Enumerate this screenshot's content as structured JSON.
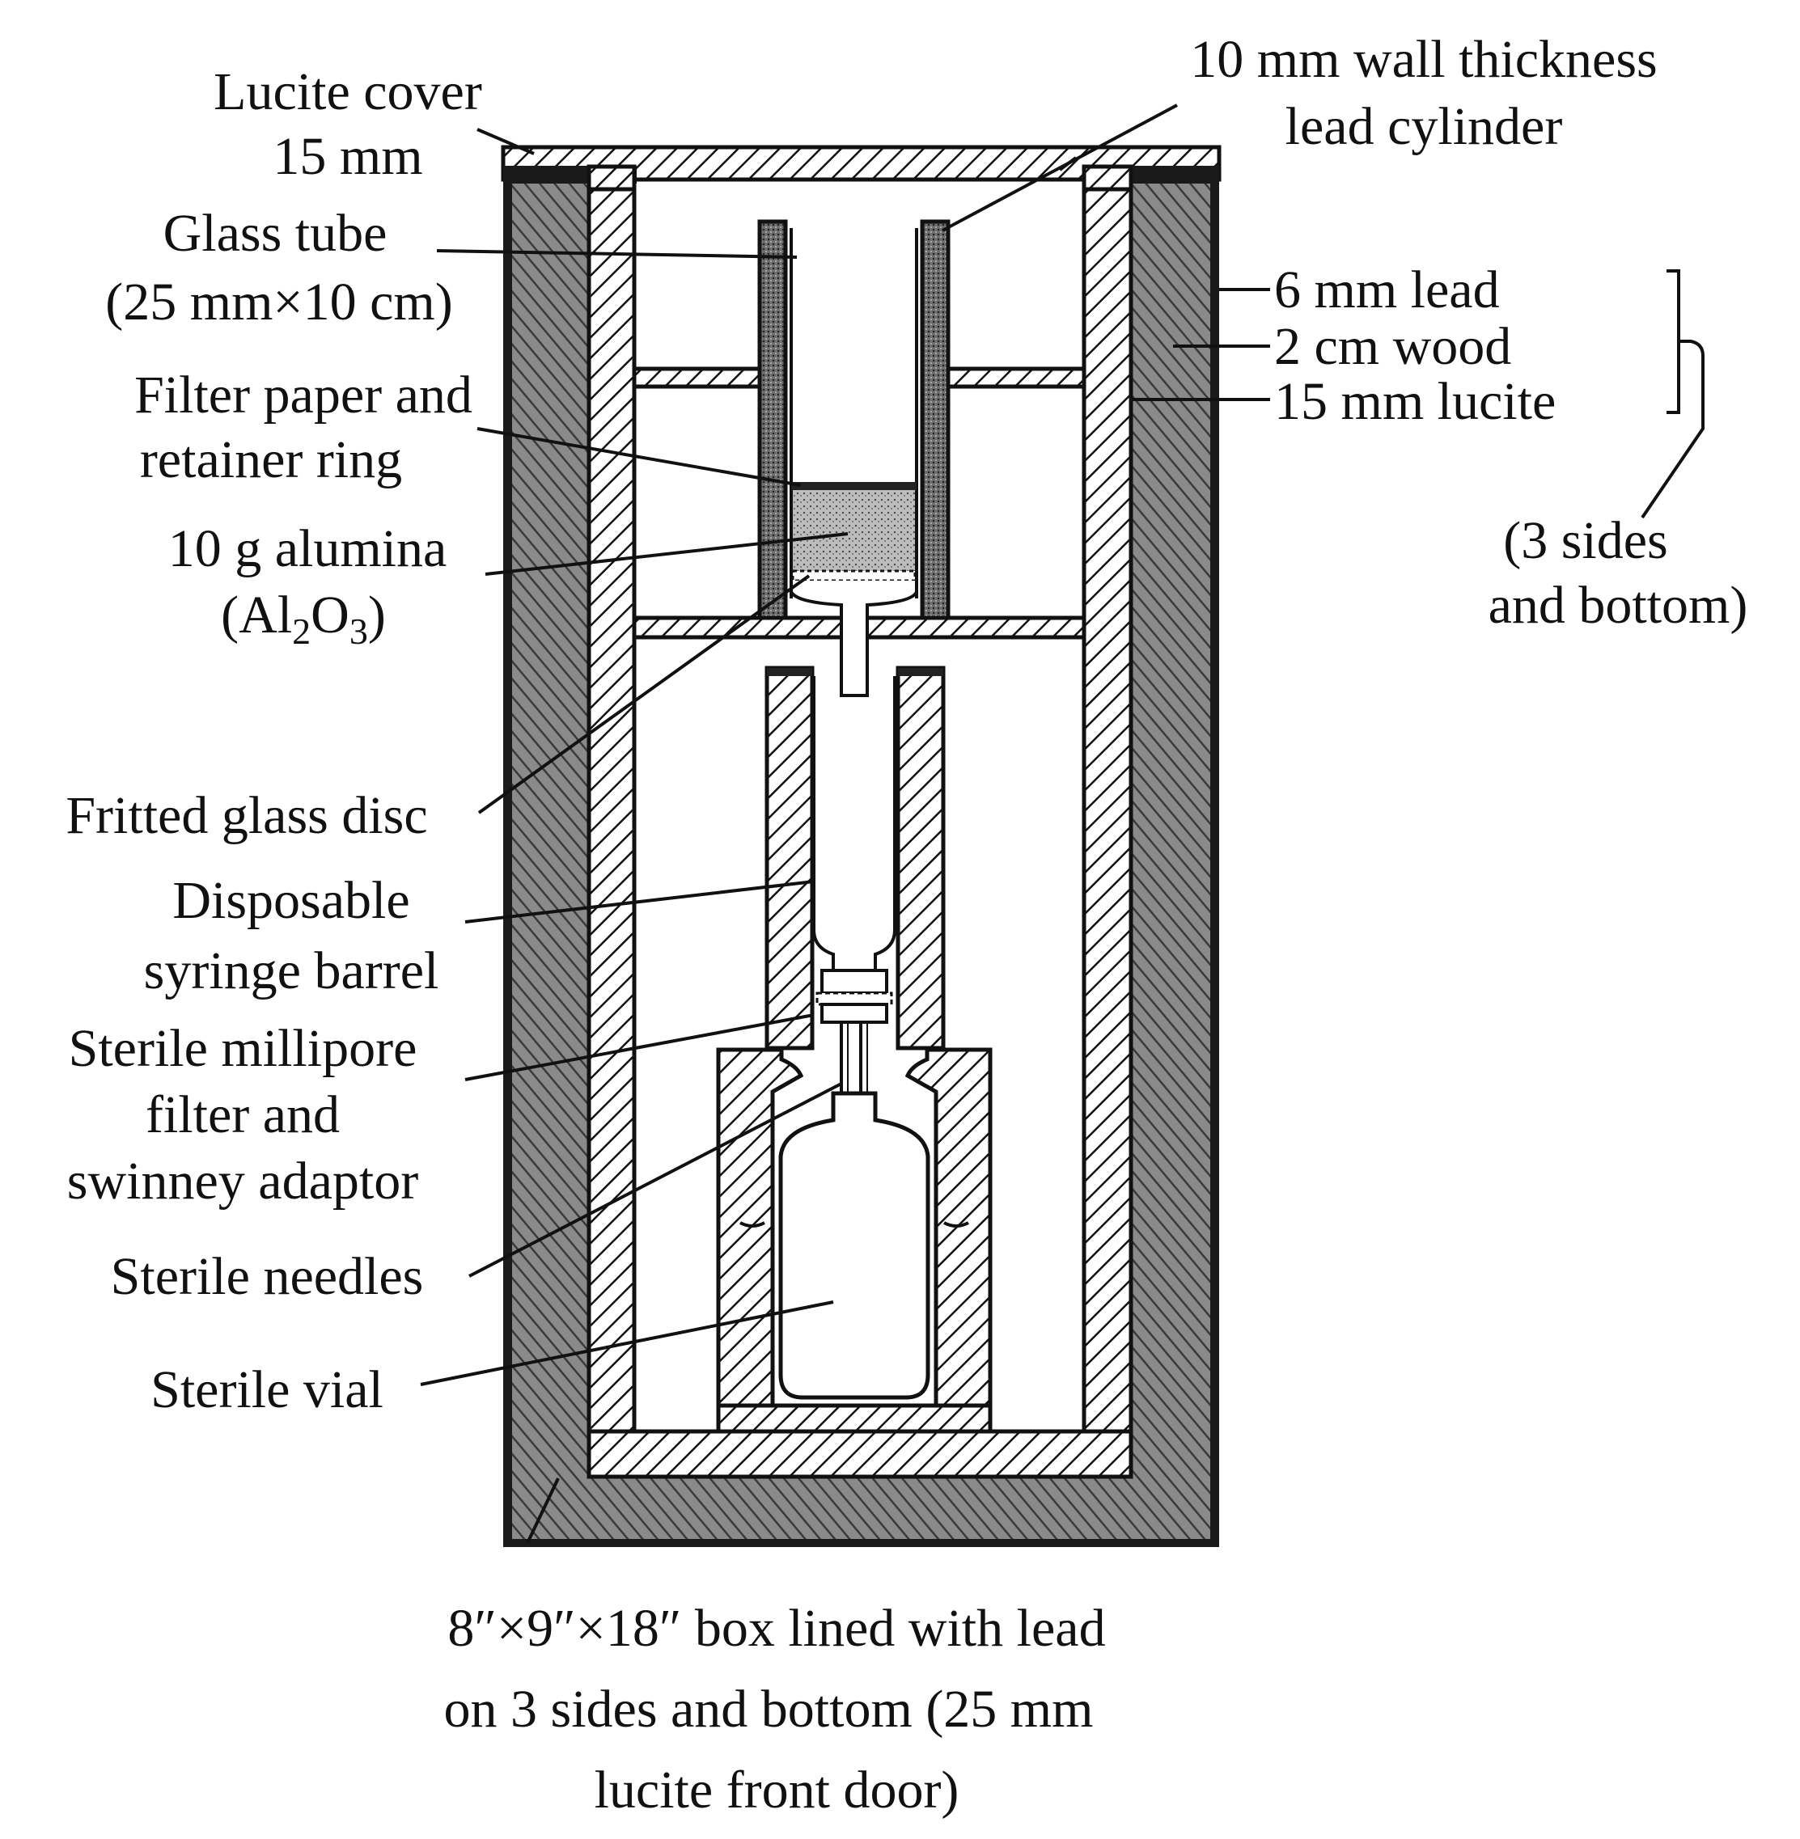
{
  "labels": {
    "lucite_cover_1": "Lucite cover",
    "lucite_cover_2": "15 mm",
    "wall_thickness_1": "10 mm wall thickness",
    "wall_thickness_2": "lead cylinder",
    "glass_tube_1": "Glass tube",
    "glass_tube_2": "(25 mm×10 cm)",
    "filter_paper_1": "Filter paper and",
    "filter_paper_2": "retainer ring",
    "alumina_1": "10 g alumina",
    "alumina_2_a": "(Al",
    "alumina_2_sub1": "2",
    "alumina_2_b": "O",
    "alumina_2_sub2": "3",
    "alumina_2_c": ")",
    "fritted_disc": "Fritted glass disc",
    "syringe_1": "Disposable",
    "syringe_2": "syringe barrel",
    "millipore_1": "Sterile millipore",
    "millipore_2": "filter and",
    "millipore_3": "swinney adaptor",
    "needles": "Sterile needles",
    "vial": "Sterile vial",
    "lead_6mm": "6 mm lead",
    "wood_2cm": "2 cm wood",
    "lucite_15mm": "15 mm lucite",
    "three_sides_1": "(3 sides",
    "three_sides_2": "and bottom)",
    "box_1": "8″×9″×18″ box lined with lead",
    "box_2": "on 3 sides and bottom (25 mm",
    "box_3": "lucite front door)"
  },
  "colors": {
    "ink": "#111111",
    "background": "#ffffff",
    "lead_fill": "#9a9a9a",
    "alumina_fill": "#bdbdbd"
  }
}
